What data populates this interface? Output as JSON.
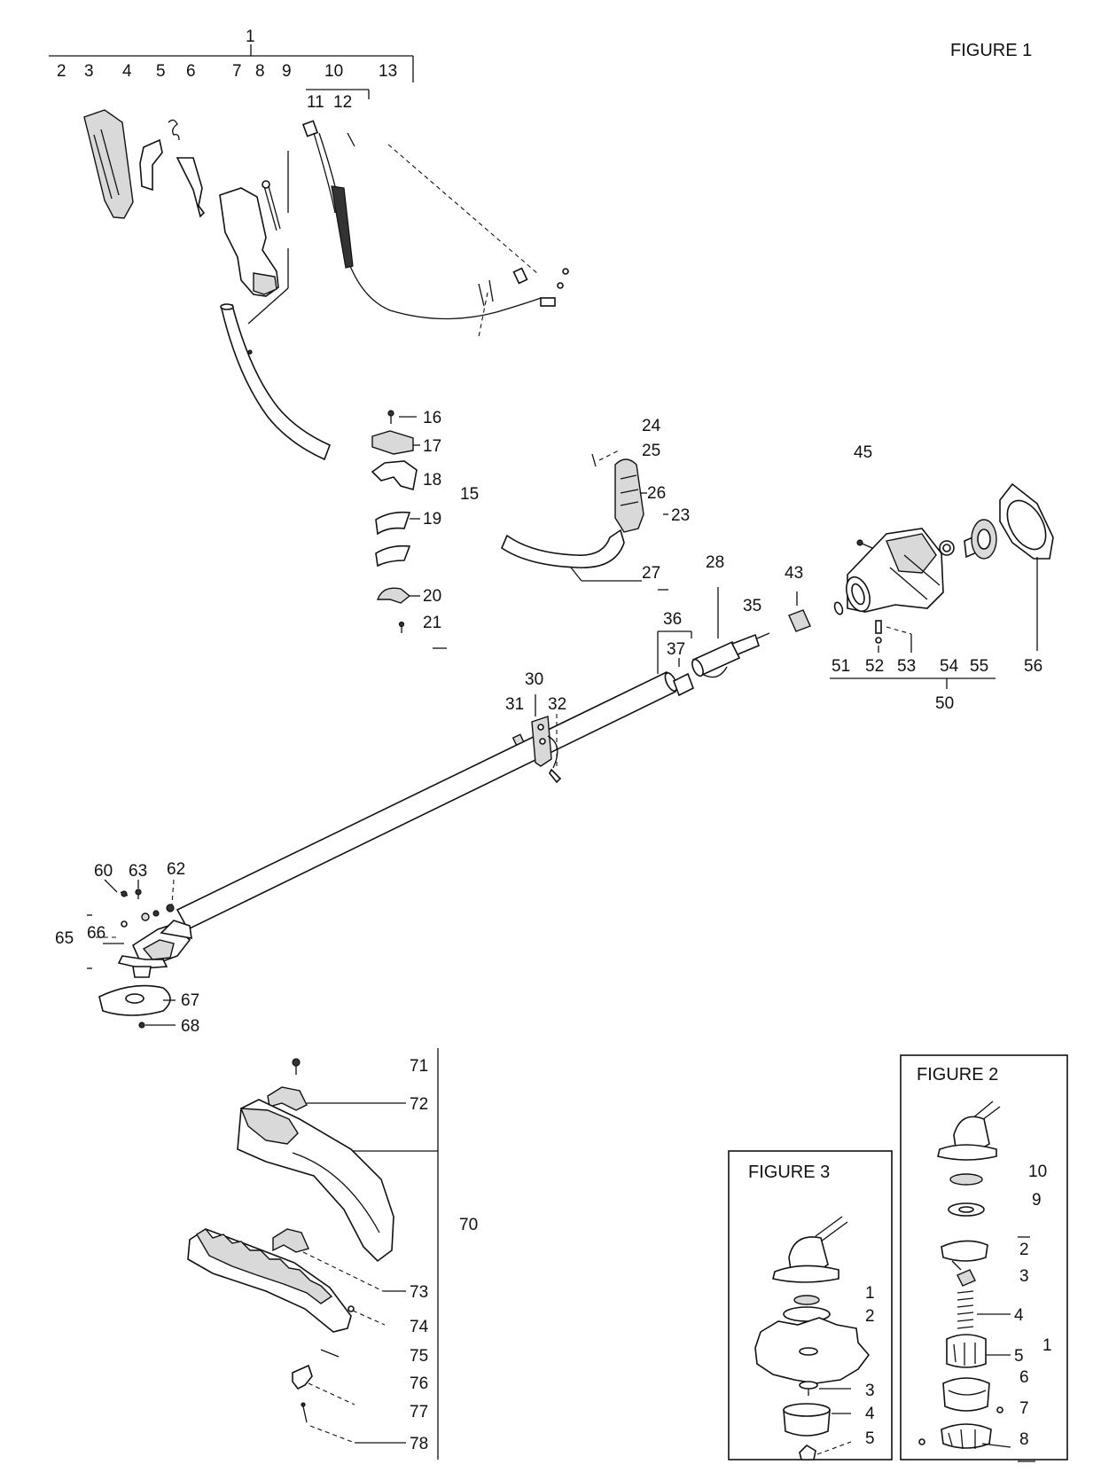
{
  "figures": [
    {
      "id": "figure1",
      "title": "FIGURE 1"
    },
    {
      "id": "figure2",
      "title": "FIGURE 2"
    },
    {
      "id": "figure3",
      "title": "FIGURE 3"
    }
  ],
  "figure1_labels": [
    "1",
    "2",
    "3",
    "4",
    "5",
    "6",
    "7",
    "8",
    "9",
    "10",
    "11",
    "12",
    "13",
    "15",
    "16",
    "17",
    "18",
    "19",
    "20",
    "21",
    "23",
    "24",
    "25",
    "26",
    "27",
    "28",
    "30",
    "31",
    "32",
    "35",
    "36",
    "37",
    "43",
    "45",
    "50",
    "51",
    "52",
    "53",
    "54",
    "55",
    "56",
    "60",
    "62",
    "63",
    "65",
    "66",
    "67",
    "68",
    "70",
    "71",
    "72",
    "73",
    "74",
    "75",
    "76",
    "77",
    "78"
  ],
  "figure2_labels": [
    "10",
    "9",
    "2",
    "3",
    "4",
    "5",
    "1",
    "6",
    "7",
    "8"
  ],
  "figure3_labels": [
    "1",
    "2",
    "3",
    "4",
    "5"
  ],
  "colors": {
    "line": "#111111",
    "background": "#ffffff",
    "shade": "#d9d9d9"
  }
}
